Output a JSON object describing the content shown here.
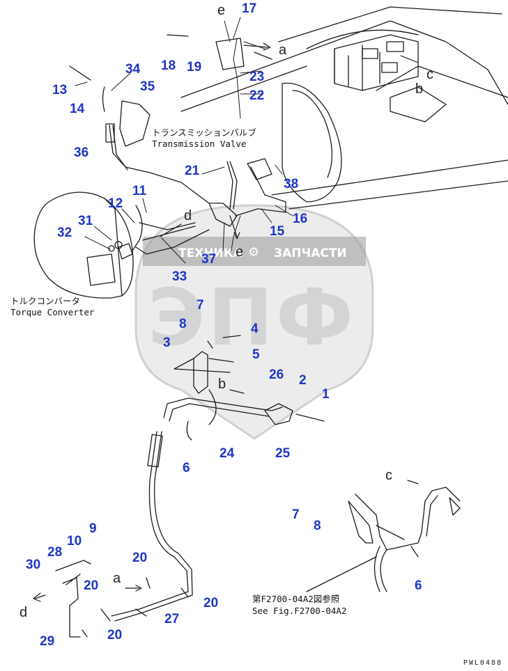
{
  "callouts": [
    "1",
    "2",
    "3",
    "4",
    "5",
    "6",
    "7",
    "8",
    "9",
    "10",
    "11",
    "12",
    "13",
    "14",
    "15",
    "16",
    "17",
    "18",
    "19",
    "20",
    "21",
    "22",
    "23",
    "24",
    "25",
    "26",
    "27",
    "28",
    "29",
    "30",
    "31",
    "32",
    "33",
    "34",
    "35",
    "36",
    "37",
    "38"
  ],
  "view_letters": [
    "a",
    "b",
    "c",
    "d",
    "e"
  ],
  "labels": {
    "transmission_valve_jp": "トランスミッションバルブ",
    "transmission_valve_en": "Transmission Valve",
    "torque_converter_jp": "トルクコンバータ",
    "torque_converter_en": "Torque Converter",
    "see_fig_jp": "第F2700-04A2図参照",
    "see_fig_en": "See Fig.F2700-04A2"
  },
  "watermark": {
    "top_text": "ТЕХНИКА",
    "gear_symbol": "gear",
    "top_text_right": "ЗАПЧАСТИ",
    "big_text": "ЭПФ"
  },
  "drawing_code": "PWL0488",
  "colors": {
    "callout": "#1d35c9",
    "line": "#1a1a1a",
    "watermark": "#d6d6d6"
  }
}
